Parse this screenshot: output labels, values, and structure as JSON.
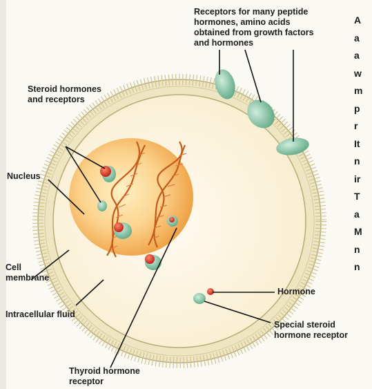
{
  "labels": {
    "receptors_peptide": "Receptors for many peptide\nhormones, amino acids\nobtained from growth factors\nand hormones",
    "steroid": "Steroid hormones\nand receptors",
    "nucleus": "Nucleus",
    "cell_membrane": "Cell\nmembrane",
    "intracellular_fluid": "Intracellular fluid",
    "thyroid": "Thyroid hormone\nreceptor",
    "hormone": "Hormone",
    "special_steroid": "Special steroid\nhormone receptor"
  },
  "side_text_fragments": [
    "A",
    "a",
    "a",
    "w",
    "m",
    "p",
    "r",
    "It",
    "n",
    "ir",
    "T",
    "a",
    "M",
    "n",
    "n"
  ],
  "colors": {
    "page_bg": "#fbf9f3",
    "membrane": "#e6ddb4",
    "membrane_line": "#b8ab78",
    "cytoplasm": "#fbf4dd",
    "nucleus_inner": "#fde7a8",
    "nucleus_outer": "#f2b75a",
    "dna": "#c45a1c",
    "receptor": "#8fc9a7",
    "hormone": "#d8291a",
    "leader_line": "#111111"
  }
}
